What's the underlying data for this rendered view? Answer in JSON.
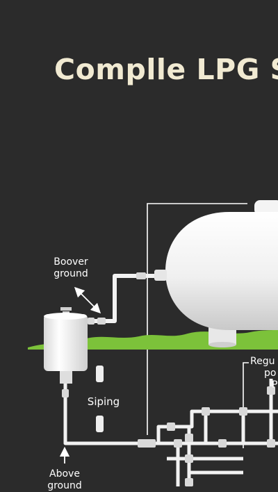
{
  "title": "Complle LPG S",
  "labels": {
    "boover": [
      "Boover",
      "ground"
    ],
    "siping": "Siping",
    "above": [
      "Above",
      "ground"
    ],
    "regu": [
      "Regu",
      "po",
      "Pli"
    ]
  },
  "colors": {
    "background": "#2b2b2b",
    "title": "#f1ead2",
    "pipe": "#f2f2f2",
    "grass": "#7cc23a",
    "line": "#ffffff"
  }
}
